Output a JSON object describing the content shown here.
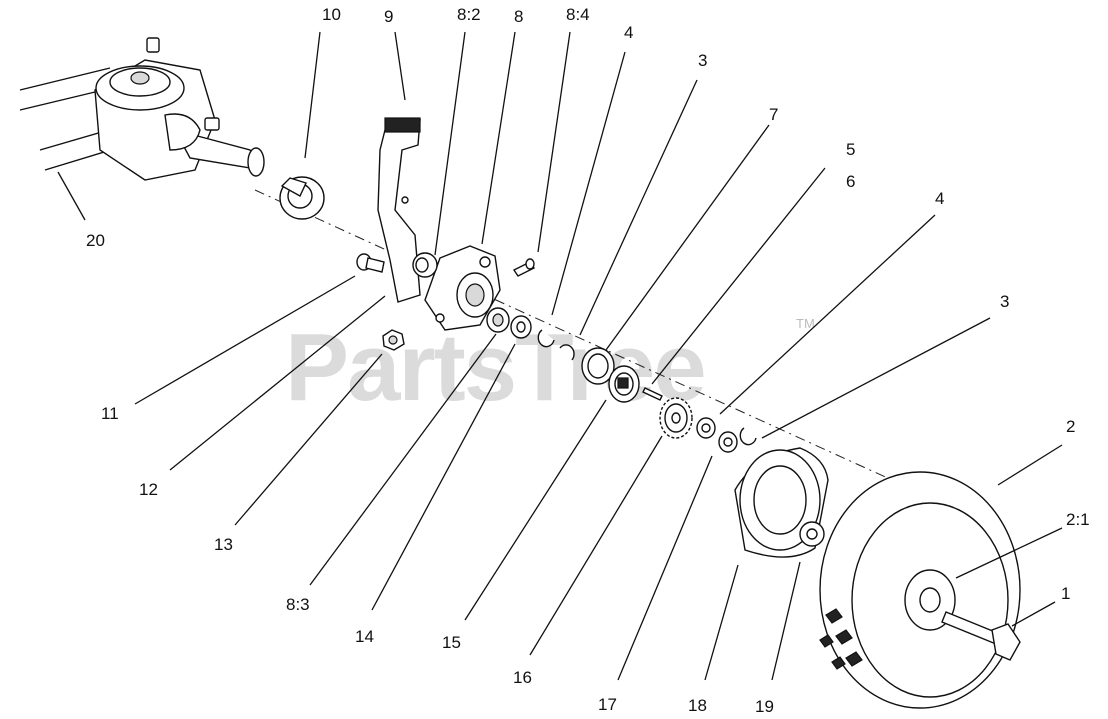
{
  "watermark": {
    "text": "PartsTree",
    "trademark": "TM"
  },
  "callouts": {
    "c10": "10",
    "c9": "9",
    "c8_2": "8:2",
    "c8": "8",
    "c8_4": "8:4",
    "c4a": "4",
    "c3a": "3",
    "c7": "7",
    "c5": "5",
    "c6": "6",
    "c4b": "4",
    "c3b": "3",
    "c20": "20",
    "c11": "11",
    "c12": "12",
    "c13": "13",
    "c8_3": "8:3",
    "c14": "14",
    "c15": "15",
    "c16": "16",
    "c17": "17",
    "c18": "18",
    "c19": "19",
    "c2": "2",
    "c2_1": "2:1",
    "c1": "1"
  }
}
